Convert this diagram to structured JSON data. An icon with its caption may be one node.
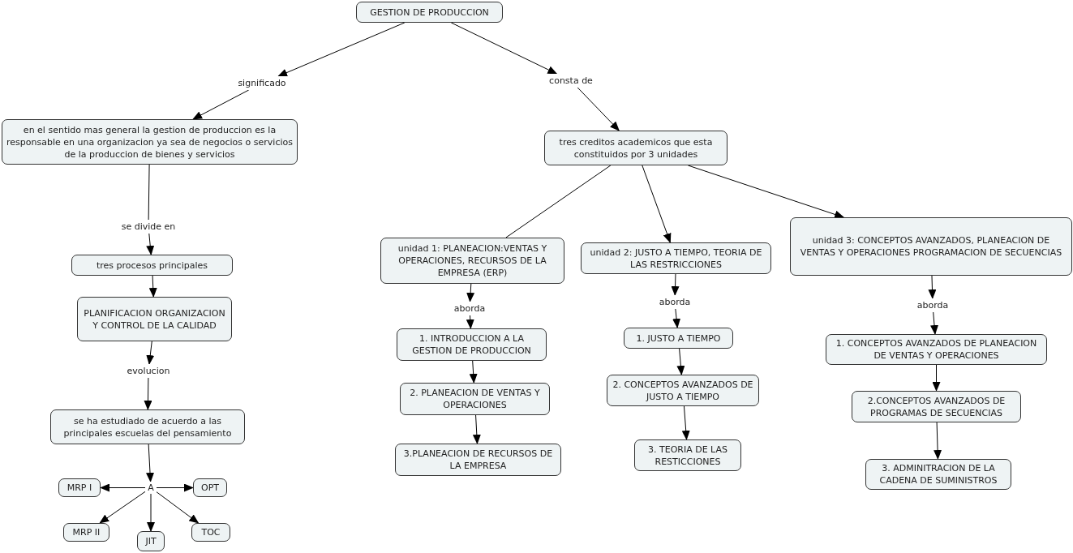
{
  "diagram": {
    "nodes": [
      {
        "text": [
          "GESTION DE PRODUCCION"
        ]
      },
      {
        "text": [
          "significado"
        ]
      },
      {
        "text": [
          "consta de"
        ]
      },
      {
        "text": [
          "en el sentido mas general la gestion de produccion es la responsable en una organizacion ya sea de negocios o servicios de la  produccion de bienes y servicios"
        ]
      },
      {
        "text": [
          "tres creditos academicos que esta constituidos por 3 unidades"
        ]
      },
      {
        "text": [
          "se divide en"
        ]
      },
      {
        "text": [
          "unidad 1: PLANEACION:VENTAS Y OPERACIONES, RECURSOS DE LA EMPRESA (ERP)"
        ]
      },
      {
        "text": [
          "unidad 2: JUSTO A TIEMPO, TEORIA DE LAS RESTRICCIONES"
        ]
      },
      {
        "text": [
          "unidad 3: CONCEPTOS AVANZADOS, PLANEACION DE VENTAS Y OPERACIONES PROGRAMACION DE SECUENCIAS"
        ]
      },
      {
        "text": [
          "tres procesos principales"
        ]
      },
      {
        "text": [
          "aborda"
        ]
      },
      {
        "text": [
          "aborda"
        ]
      },
      {
        "text": [
          "aborda"
        ]
      },
      {
        "text": [
          "PLANIFICACION ORGANIZACION Y CONTROL DE LA CALIDAD"
        ]
      },
      {
        "text": [
          "1. INTRODUCCION A LA GESTION DE PRODUCCION"
        ]
      },
      {
        "text": [
          "1. JUSTO A TIEMPO"
        ]
      },
      {
        "text": [
          "1. CONCEPTOS AVANZADOS DE PLANEACION DE VENTAS Y OPERACIONES"
        ]
      },
      {
        "text": [
          "evolucion"
        ]
      },
      {
        "text": [
          "2. PLANEACION DE VENTAS Y OPERACIONES"
        ]
      },
      {
        "text": [
          "2. CONCEPTOS AVANZADOS DE JUSTO A TIEMPO"
        ]
      },
      {
        "text": [
          "2.CONCEPTOS AVANZADOS DE PROGRAMAS DE SECUENCIAS"
        ]
      },
      {
        "text": [
          "se ha estudiado de acuerdo a las principales escuelas del pensamiento"
        ]
      },
      {
        "text": [
          "3.PLANEACION DE RECURSOS DE LA EMPRESA"
        ]
      },
      {
        "text": [
          "3. TEORIA DE LAS RESTICCIONES"
        ]
      },
      {
        "text": [
          "3. ADMINITRACION DE LA CADENA DE SUMINISTROS"
        ]
      },
      {
        "text": [
          "A"
        ]
      },
      {
        "text": [
          "MRP I"
        ]
      },
      {
        "text": [
          "OPT"
        ]
      },
      {
        "text": [
          "MRP II"
        ]
      },
      {
        "text": [
          "JIT"
        ]
      },
      {
        "text": [
          "TOC"
        ]
      }
    ],
    "edges": [
      {
        "from": 0,
        "to": 1,
        "arrow": "to"
      },
      {
        "from": 1,
        "to": 3,
        "arrow": "to"
      },
      {
        "from": 0,
        "to": 2,
        "arrow": "to"
      },
      {
        "from": 2,
        "to": 4,
        "arrow": "to"
      },
      {
        "from": 4,
        "to": 6,
        "arrow": "none"
      },
      {
        "from": 4,
        "to": 7,
        "arrow": "to"
      },
      {
        "from": 4,
        "to": 8,
        "arrow": "to"
      },
      {
        "from": 3,
        "to": 5,
        "arrow": "none"
      },
      {
        "from": 5,
        "to": 9,
        "arrow": "to"
      },
      {
        "from": 9,
        "to": 13,
        "arrow": "to"
      },
      {
        "from": 13,
        "to": 17,
        "arrow": "to"
      },
      {
        "from": 17,
        "to": 21,
        "arrow": "to"
      },
      {
        "from": 21,
        "to": 25,
        "arrow": "to"
      },
      {
        "from": 25,
        "to": 26,
        "arrow": "to"
      },
      {
        "from": 25,
        "to": 27,
        "arrow": "to"
      },
      {
        "from": 25,
        "to": 28,
        "arrow": "to"
      },
      {
        "from": 25,
        "to": 29,
        "arrow": "to"
      },
      {
        "from": 25,
        "to": 30,
        "arrow": "to"
      },
      {
        "from": 6,
        "to": 10,
        "arrow": "to"
      },
      {
        "from": 10,
        "to": 14,
        "arrow": "to"
      },
      {
        "from": 14,
        "to": 18,
        "arrow": "to"
      },
      {
        "from": 18,
        "to": 22,
        "arrow": "to"
      },
      {
        "from": 7,
        "to": 11,
        "arrow": "to"
      },
      {
        "from": 11,
        "to": 15,
        "arrow": "to"
      },
      {
        "from": 15,
        "to": 19,
        "arrow": "to"
      },
      {
        "from": 19,
        "to": 23,
        "arrow": "to"
      },
      {
        "from": 8,
        "to": 12,
        "arrow": "to"
      },
      {
        "from": 12,
        "to": 16,
        "arrow": "to"
      },
      {
        "from": 16,
        "to": 20,
        "arrow": "to"
      },
      {
        "from": 20,
        "to": 24,
        "arrow": "to"
      }
    ]
  }
}
